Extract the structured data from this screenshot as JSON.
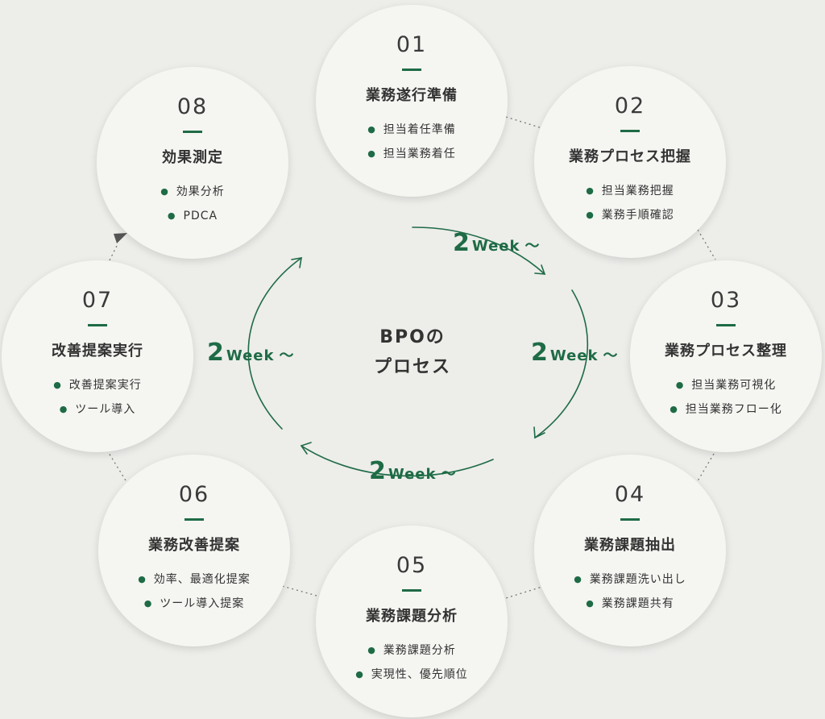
{
  "center": {
    "line1": "BPOの",
    "line2": "プロセス"
  },
  "durations": [
    {
      "num": "2",
      "word": "Week",
      "tilde": "〜"
    },
    {
      "num": "2",
      "word": "Week",
      "tilde": "〜"
    },
    {
      "num": "2",
      "word": "Week",
      "tilde": "〜"
    },
    {
      "num": "2",
      "word": "Week",
      "tilde": "〜"
    }
  ],
  "steps": [
    {
      "num": "01",
      "title": "業務遂行準備",
      "items": [
        "担当着任準備",
        "担当業務着任"
      ]
    },
    {
      "num": "02",
      "title": "業務プロセス把握",
      "items": [
        "担当業務把握",
        "業務手順確認"
      ]
    },
    {
      "num": "03",
      "title": "業務プロセス整理",
      "items": [
        "担当業務可視化",
        "担当業務フロー化"
      ]
    },
    {
      "num": "04",
      "title": "業務課題抽出",
      "items": [
        "業務課題洗い出し",
        "業務課題共有"
      ]
    },
    {
      "num": "05",
      "title": "業務課題分析",
      "items": [
        "業務課題分析",
        "実現性、優先順位"
      ]
    },
    {
      "num": "06",
      "title": "業務改善提案",
      "items": [
        "効率、最適化提案",
        "ツール導入提案"
      ]
    },
    {
      "num": "07",
      "title": "改善提案実行",
      "items": [
        "改善提案実行",
        "ツール導入"
      ]
    },
    {
      "num": "08",
      "title": "効果測定",
      "items": [
        "効果分析",
        "PDCA"
      ]
    }
  ],
  "colors": {
    "accent": "#1e6b45",
    "background": "#ededea",
    "circle": "#f5f5f2",
    "connector": "#777777"
  },
  "icons": {
    "bullet": "bullet-dot-icon",
    "cycle_arrow": "arrow-head-icon",
    "loop_arrow": "triangle-arrow-icon"
  }
}
